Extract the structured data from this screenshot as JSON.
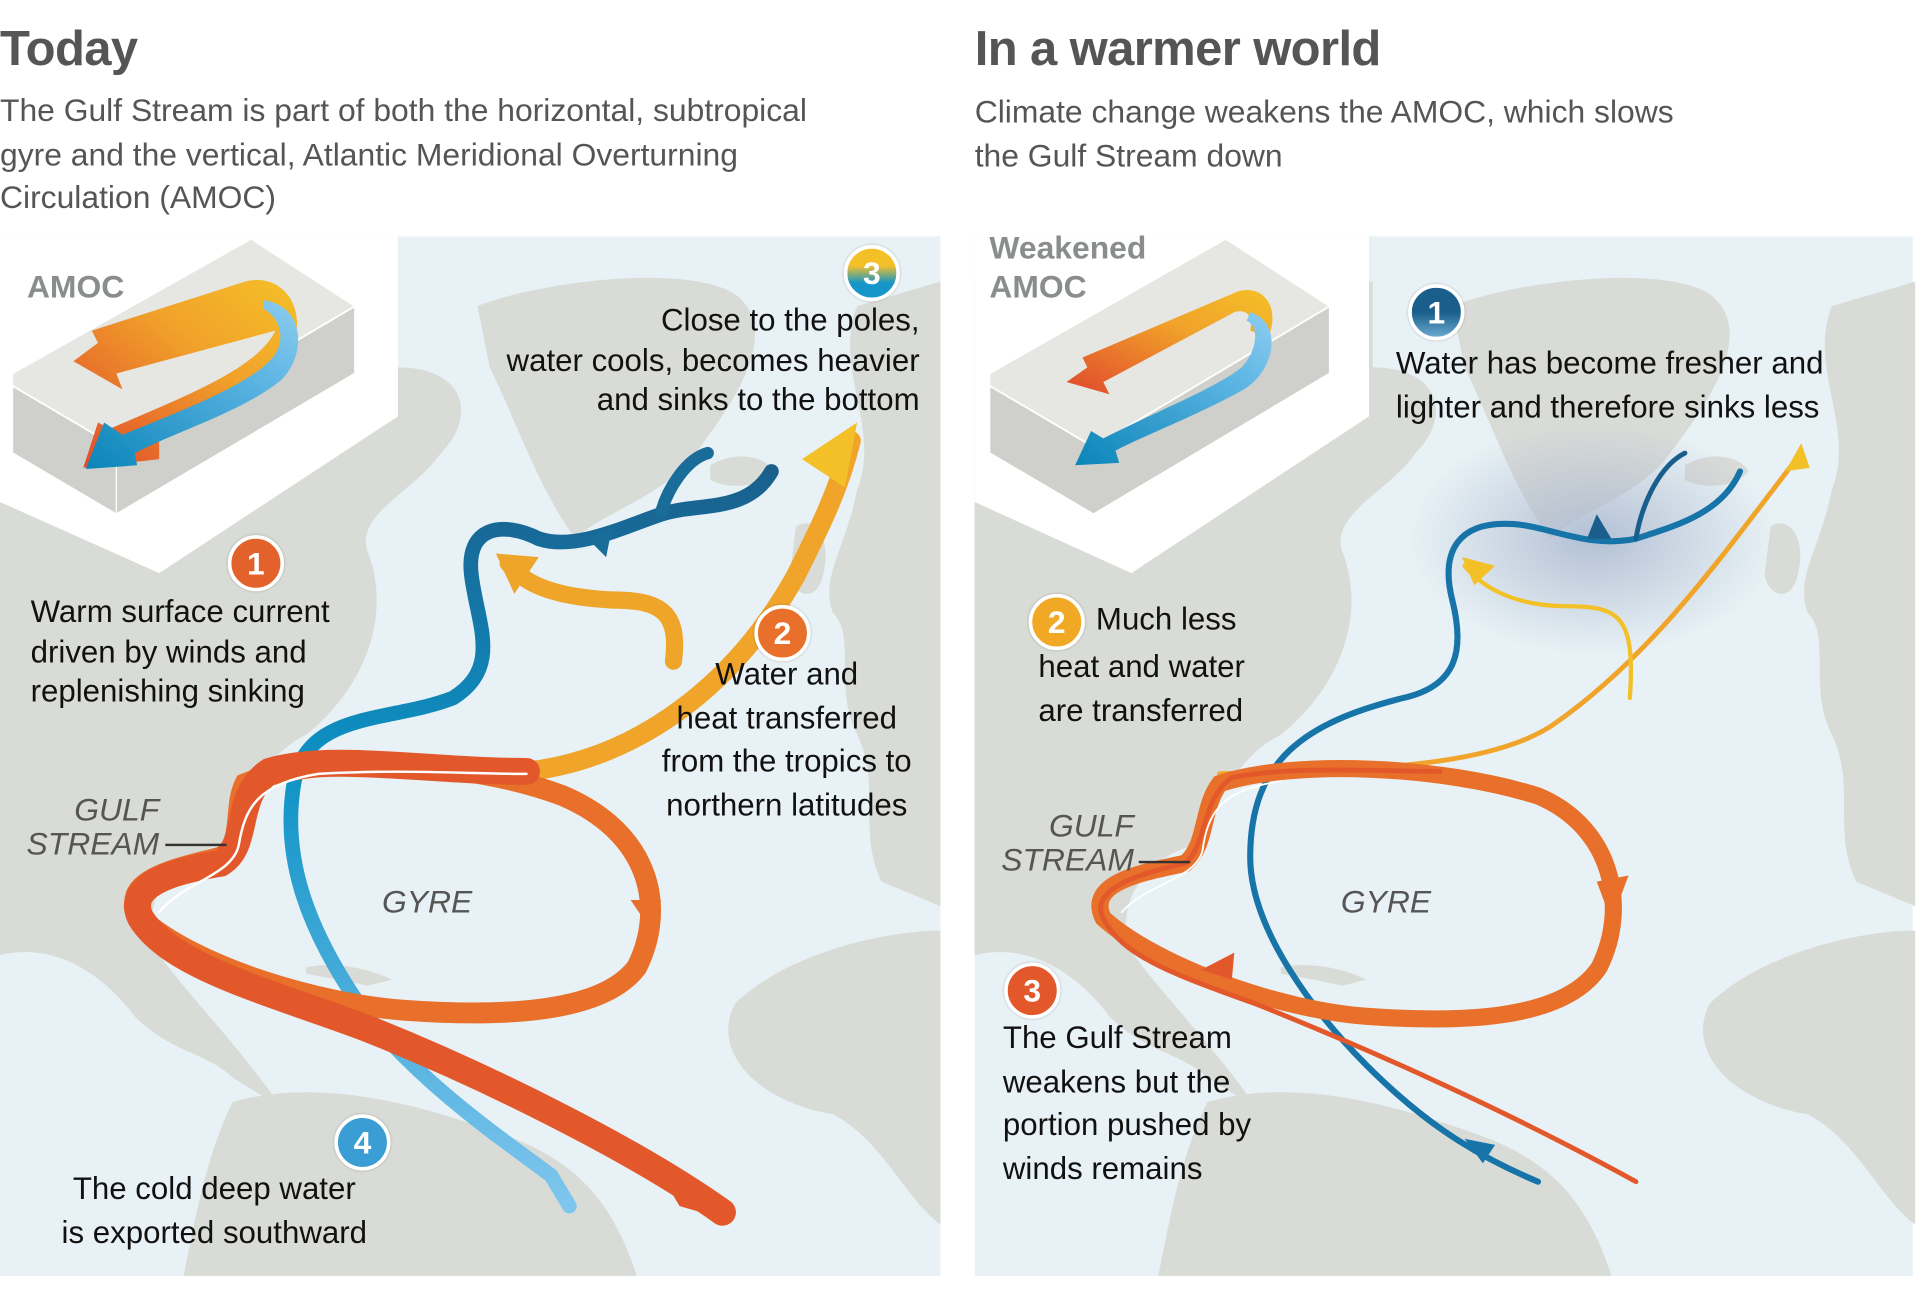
{
  "colors": {
    "ocean": "#e8f1f5",
    "land": "#d9dbd7",
    "warm": "#e3582b",
    "orange": "#ec8a2a",
    "yellow": "#f4c028",
    "cold_light": "#6cbbe6",
    "cold": "#0a85b8",
    "cold_dark": "#1a5f8c",
    "text_gray": "#555555"
  },
  "left": {
    "title": "Today",
    "subtitle_lines": [
      "The Gulf Stream is part of both the horizontal, subtropical",
      "gyre and the vertical, Atlantic Meridional Overturning",
      "Circulation (AMOC)"
    ],
    "box_label": "AMOC",
    "gulf_label": [
      "GULF",
      "STREAM"
    ],
    "gyre_label": "GYRE",
    "callouts": [
      {
        "number": "1",
        "lines": [
          "Warm surface current",
          "driven by winds and",
          "replenishing sinking"
        ]
      },
      {
        "number": "2",
        "lines": [
          "Water and",
          "heat transferred",
          "from the tropics to",
          "northern latitudes"
        ]
      },
      {
        "number": "3",
        "lines": [
          "Close to the poles,",
          "water cools, becomes heavier",
          "and sinks to the bottom"
        ]
      },
      {
        "number": "4",
        "lines": [
          "The cold deep water",
          "is exported southward"
        ]
      }
    ]
  },
  "right": {
    "title": "In a warmer world",
    "subtitle_lines": [
      "Climate change weakens the AMOC, which slows",
      "the Gulf Stream down"
    ],
    "box_label": [
      "Weakened",
      "AMOC"
    ],
    "gulf_label": [
      "GULF",
      "STREAM"
    ],
    "gyre_label": "GYRE",
    "callouts": [
      {
        "number": "1",
        "lines": [
          "Water has become fresher and",
          "lighter and therefore sinks less"
        ]
      },
      {
        "number": "2",
        "lines": [
          "Much less",
          "heat and water",
          "are transferred"
        ]
      },
      {
        "number": "3",
        "lines": [
          "The Gulf Stream",
          "weakens but the",
          "portion pushed by",
          "winds remains"
        ]
      }
    ]
  }
}
